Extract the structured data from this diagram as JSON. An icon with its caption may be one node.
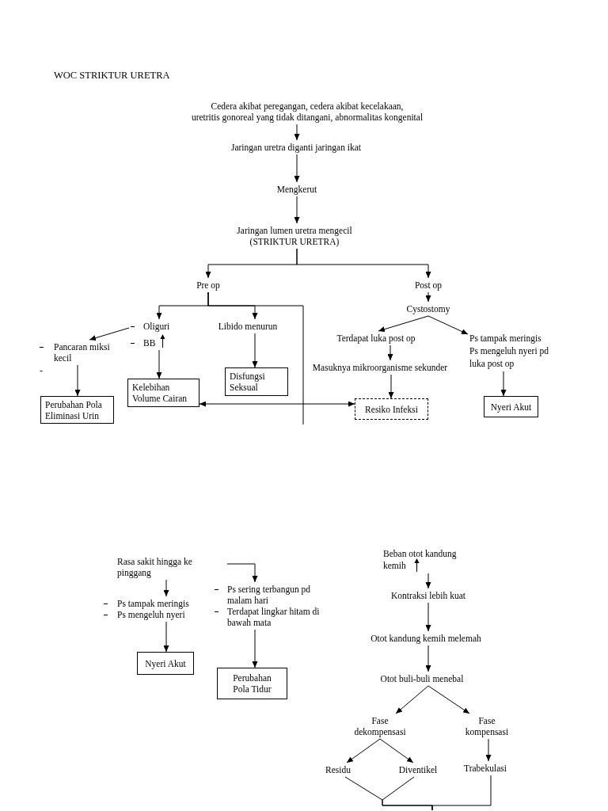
{
  "diagram": {
    "title": "WOC STRIKTUR URETRA",
    "nodes": [
      {
        "text": [
          "Cedera akibat peregangan, cedera akibat kecelakaan,",
          "uretritis gonoreal yang tidak ditangani, abnormalitas kongenital"
        ]
      },
      {
        "text": [
          "Jaringan uretra diganti jaringan ikat"
        ]
      },
      {
        "text": [
          "Mengkerut"
        ]
      },
      {
        "text": [
          "Jaringan lumen uretra mengecil",
          "(STRIKTUR URETRA)"
        ]
      },
      {
        "text": [
          "Pre op"
        ]
      },
      {
        "text": [
          "Post op"
        ]
      },
      {
        "text": [
          "Cystostomy"
        ]
      },
      {
        "text": [
          "Oliguri",
          "BB"
        ]
      },
      {
        "text": [
          "Libido menurun"
        ]
      },
      {
        "text": [
          "Pancaran miksi kecil"
        ]
      },
      {
        "text": [
          "Kelebihan Volume Cairan"
        ]
      },
      {
        "text": [
          "Disfungsi Seksual"
        ]
      },
      {
        "text": [
          "Perubahan Pola Eliminasi Urin"
        ]
      },
      {
        "text": [
          "Terdapat luka post op"
        ]
      },
      {
        "text": [
          "Ps tampak meringis",
          "Ps mengeluh nyeri pd luka post op"
        ]
      },
      {
        "text": [
          "Masuknya mikroorganisme sekunder"
        ]
      },
      {
        "text": [
          "Resiko Infeksi"
        ]
      },
      {
        "text": [
          "Nyeri Akut"
        ]
      },
      {
        "text": [
          "Rasa sakit hingga ke pinggang"
        ]
      },
      {
        "text": [
          "Ps sering terbangun pd malam hari",
          "Terdapat lingkar hitam di bawah mata"
        ]
      },
      {
        "text": [
          "Ps tampak meringis",
          "Ps mengeluh nyeri"
        ]
      },
      {
        "text": [
          "Nyeri Akut"
        ]
      },
      {
        "text": [
          "Perubahan Pola Tidur"
        ]
      },
      {
        "text": [
          "Beban otot kandung kemih"
        ]
      },
      {
        "text": [
          "Kontraksi lebih kuat"
        ]
      },
      {
        "text": [
          "Otot kandung kemih melemah"
        ]
      },
      {
        "text": [
          "Otot buli-buli menebal"
        ]
      },
      {
        "text": [
          "Fase dekompensasi"
        ]
      },
      {
        "text": [
          "Fase kompensasi"
        ]
      },
      {
        "text": [
          "Residu"
        ]
      },
      {
        "text": [
          "Diventikel"
        ]
      },
      {
        "text": [
          "Trabekulasi"
        ]
      }
    ],
    "edges": [
      {
        "from": 0,
        "to": 1,
        "arrow": "to"
      },
      {
        "from": 1,
        "to": 2,
        "arrow": "to"
      },
      {
        "from": 2,
        "to": 3,
        "arrow": "to"
      },
      {
        "from": 3,
        "to": 4,
        "arrow": "to"
      },
      {
        "from": 3,
        "to": 5,
        "arrow": "to"
      },
      {
        "from": 4,
        "to": 7,
        "arrow": "to"
      },
      {
        "from": 4,
        "to": 8,
        "arrow": "to"
      },
      {
        "from": 4,
        "to": null,
        "arrow": "none"
      },
      {
        "from": 7,
        "to": 9,
        "arrow": "to"
      },
      {
        "from": 7,
        "to": 10,
        "arrow": "to"
      },
      {
        "from": 9,
        "to": 12,
        "arrow": "to"
      },
      {
        "from": 8,
        "to": 11,
        "arrow": "to"
      },
      {
        "from": 5,
        "to": 6,
        "arrow": "to"
      },
      {
        "from": 6,
        "to": 13,
        "arrow": "to"
      },
      {
        "from": 6,
        "to": 14,
        "arrow": "to"
      },
      {
        "from": 13,
        "to": 15,
        "arrow": "to"
      },
      {
        "from": 15,
        "to": 16,
        "arrow": "to"
      },
      {
        "from": 14,
        "to": 17,
        "arrow": "to"
      },
      {
        "from": 10,
        "to": 16,
        "arrow": "both"
      },
      {
        "from": null,
        "to": 19,
        "arrow": "to"
      },
      {
        "from": 18,
        "to": 20,
        "arrow": "to"
      },
      {
        "from": 20,
        "to": 21,
        "arrow": "to"
      },
      {
        "from": 19,
        "to": 22,
        "arrow": "to"
      },
      {
        "from": 23,
        "to": 24,
        "arrow": "to"
      },
      {
        "from": 24,
        "to": 25,
        "arrow": "to"
      },
      {
        "from": 25,
        "to": 26,
        "arrow": "to"
      },
      {
        "from": 26,
        "to": 27,
        "arrow": "to"
      },
      {
        "from": 26,
        "to": 28,
        "arrow": "to"
      },
      {
        "from": 27,
        "to": 29,
        "arrow": "to"
      },
      {
        "from": 27,
        "to": 30,
        "arrow": "to"
      },
      {
        "from": 28,
        "to": 31,
        "arrow": "to"
      },
      {
        "from": 29,
        "to": null,
        "arrow": "none"
      },
      {
        "from": 30,
        "to": null,
        "arrow": "none"
      },
      {
        "from": 31,
        "to": null,
        "arrow": "none"
      }
    ],
    "labels": [
      "-"
    ]
  }
}
